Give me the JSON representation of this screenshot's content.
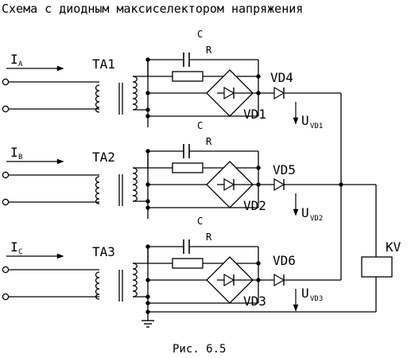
{
  "title": "Схема с диодным максиселектором напряжения",
  "caption": "Рис. 6.5",
  "colors": {
    "ink": "#000000",
    "background": "#ffffff"
  },
  "inputs": [
    {
      "main": "I",
      "sub": "A"
    },
    {
      "main": "I",
      "sub": "B"
    },
    {
      "main": "I",
      "sub": "C"
    }
  ],
  "transformers": [
    "TA1",
    "TA2",
    "TA3"
  ],
  "capacitor_label": "C",
  "resistor_label": "R",
  "bridges": [
    "VD1",
    "VD2",
    "VD3"
  ],
  "diodes": [
    "VD4",
    "VD5",
    "VD6"
  ],
  "voltages": [
    {
      "main": "U",
      "sub": "VD1"
    },
    {
      "main": "U",
      "sub": "VD2"
    },
    {
      "main": "U",
      "sub": "VD3"
    }
  ],
  "relay": "KV"
}
